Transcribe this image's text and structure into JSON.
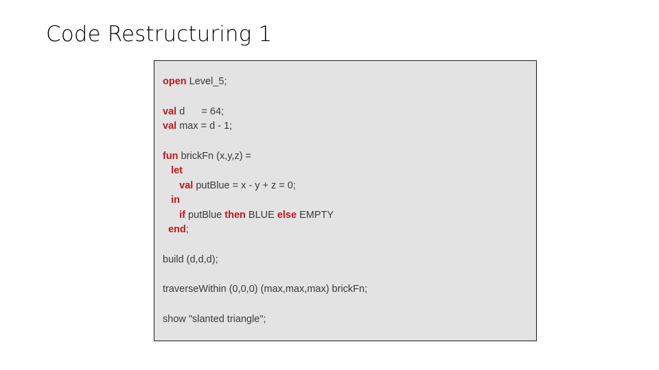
{
  "slide": {
    "title": "Code Restructuring 1",
    "background_color": "#ffffff"
  },
  "code_panel": {
    "background_color": "#e3e3e3",
    "border_color": "#1a1a1a",
    "keyword_color": "#c3161c",
    "text_color": "#3a3a3a",
    "language": "SML",
    "lines": [
      {
        "id": "line-open",
        "spacing": "none",
        "segments": [
          {
            "kind": "kw",
            "text": "open"
          },
          {
            "kind": "tx",
            "text": " Level_5;"
          }
        ]
      },
      {
        "id": "line-val-d",
        "spacing": "gap-lg",
        "segments": [
          {
            "kind": "kw",
            "text": "val"
          },
          {
            "kind": "tx",
            "text": " d      = 64;"
          }
        ]
      },
      {
        "id": "line-val-max",
        "spacing": "none",
        "segments": [
          {
            "kind": "kw",
            "text": "val"
          },
          {
            "kind": "tx",
            "text": " max = d - 1;"
          }
        ]
      },
      {
        "id": "line-fun-brickfn",
        "spacing": "gap-lg",
        "segments": [
          {
            "kind": "kw",
            "text": "fun"
          },
          {
            "kind": "tx",
            "text": " brickFn (x,y,z) ="
          }
        ]
      },
      {
        "id": "line-let",
        "spacing": "none",
        "segments": [
          {
            "kind": "tx",
            "text": "   "
          },
          {
            "kind": "kw",
            "text": "let"
          }
        ]
      },
      {
        "id": "line-val-putblue",
        "spacing": "none",
        "segments": [
          {
            "kind": "tx",
            "text": "      "
          },
          {
            "kind": "kw",
            "text": "val"
          },
          {
            "kind": "tx",
            "text": " putBlue = x - y + z = 0;"
          }
        ]
      },
      {
        "id": "line-in",
        "spacing": "none",
        "segments": [
          {
            "kind": "tx",
            "text": "   "
          },
          {
            "kind": "kw",
            "text": "in"
          }
        ]
      },
      {
        "id": "line-if-then-else",
        "spacing": "none",
        "segments": [
          {
            "kind": "tx",
            "text": "      "
          },
          {
            "kind": "kw",
            "text": "if"
          },
          {
            "kind": "tx",
            "text": " putBlue "
          },
          {
            "kind": "kw",
            "text": "then"
          },
          {
            "kind": "tx",
            "text": " BLUE "
          },
          {
            "kind": "kw",
            "text": "else"
          },
          {
            "kind": "tx",
            "text": " EMPTY"
          }
        ]
      },
      {
        "id": "line-end",
        "spacing": "none",
        "segments": [
          {
            "kind": "tx",
            "text": "  "
          },
          {
            "kind": "kw",
            "text": "end"
          },
          {
            "kind": "tx",
            "text": ";"
          }
        ]
      },
      {
        "id": "line-build",
        "spacing": "gap-lg",
        "segments": [
          {
            "kind": "tx",
            "text": "build (d,d,d);"
          }
        ]
      },
      {
        "id": "line-traverse",
        "spacing": "gap-lg",
        "segments": [
          {
            "kind": "tx",
            "text": "traverseWithin (0,0,0) (max,max,max) brickFn;"
          }
        ]
      },
      {
        "id": "line-show",
        "spacing": "gap-lg",
        "segments": [
          {
            "kind": "tx",
            "text": "show \"slanted triangle\";"
          }
        ]
      }
    ]
  }
}
